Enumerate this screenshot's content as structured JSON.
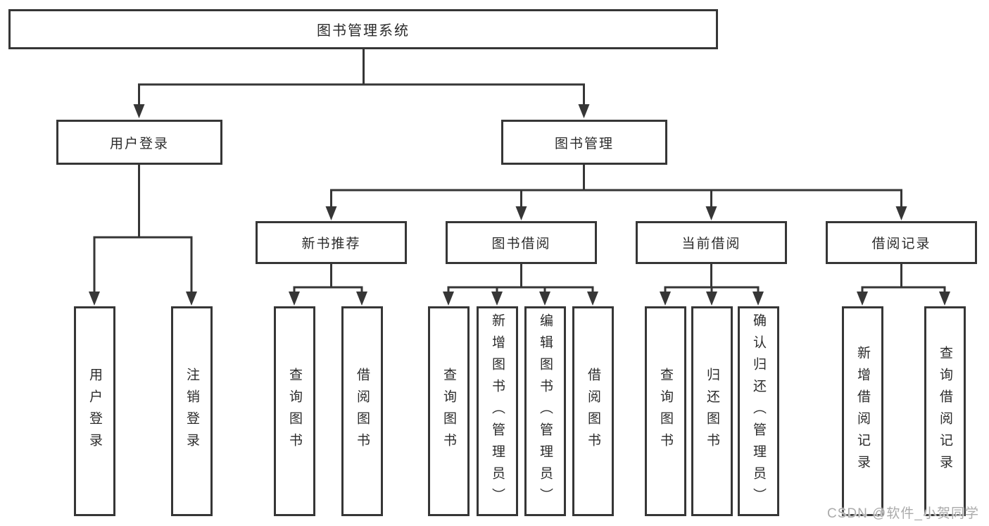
{
  "diagram": {
    "root": "图书管理系统",
    "branches": [
      {
        "label": "用户登录",
        "leaves": [
          "用户登录",
          "注销登录"
        ]
      },
      {
        "label": "图书管理",
        "groups": [
          {
            "label": "新书推荐",
            "leaves": [
              "查询图书",
              "借阅图书"
            ]
          },
          {
            "label": "图书借阅",
            "leaves": [
              "查询图书",
              "新增图书（管理员）",
              "编辑图书（管理员）",
              "借阅图书"
            ]
          },
          {
            "label": "当前借阅",
            "leaves": [
              "查询图书",
              "归还图书",
              "确认归还（管理员）"
            ]
          },
          {
            "label": "借阅记录",
            "leaves": [
              "新增借阅记录",
              "查询借阅记录"
            ]
          }
        ]
      }
    ],
    "watermark": "CSDN @软件_小贺同学",
    "colors": {
      "line": "#363636",
      "text": "#2b2b2b",
      "background": "#ffffff",
      "watermark": "#ababab"
    }
  }
}
